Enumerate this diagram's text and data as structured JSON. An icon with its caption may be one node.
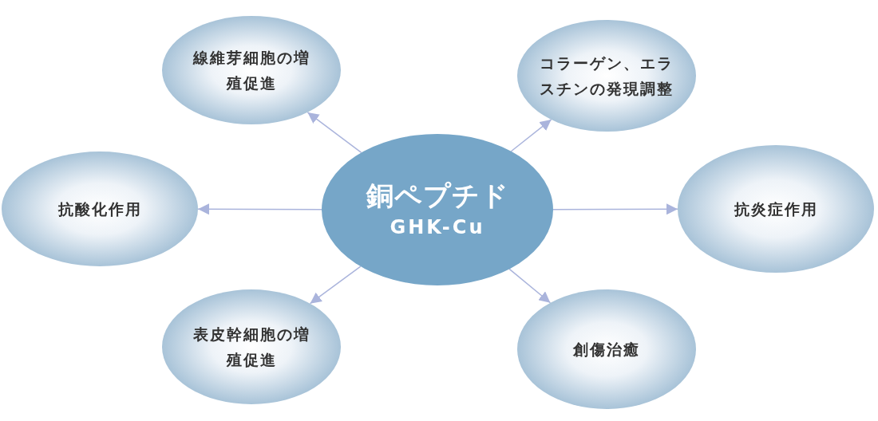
{
  "diagram": {
    "nodes": [
      {
        "text": [
          "線維芽細胞の増殖促進"
        ]
      },
      {
        "text": [
          "コラーゲン、エラスチンの発現調整"
        ]
      },
      {
        "text": [
          "抗酸化作用"
        ]
      },
      {
        "text": [
          "銅ペプチド",
          "GHK-Cu"
        ]
      },
      {
        "text": [
          "抗炎症作用"
        ]
      },
      {
        "text": [
          "表皮幹細胞の増殖促進"
        ]
      },
      {
        "text": [
          "創傷治癒"
        ]
      }
    ],
    "edges": [
      {
        "from": 3,
        "to": 0,
        "arrow": "to"
      },
      {
        "from": 3,
        "to": 1,
        "arrow": "to"
      },
      {
        "from": 3,
        "to": 2,
        "arrow": "to"
      },
      {
        "from": 3,
        "to": 4,
        "arrow": "to"
      },
      {
        "from": 3,
        "to": 5,
        "arrow": "to"
      },
      {
        "from": 3,
        "to": 6,
        "arrow": "to"
      }
    ]
  }
}
